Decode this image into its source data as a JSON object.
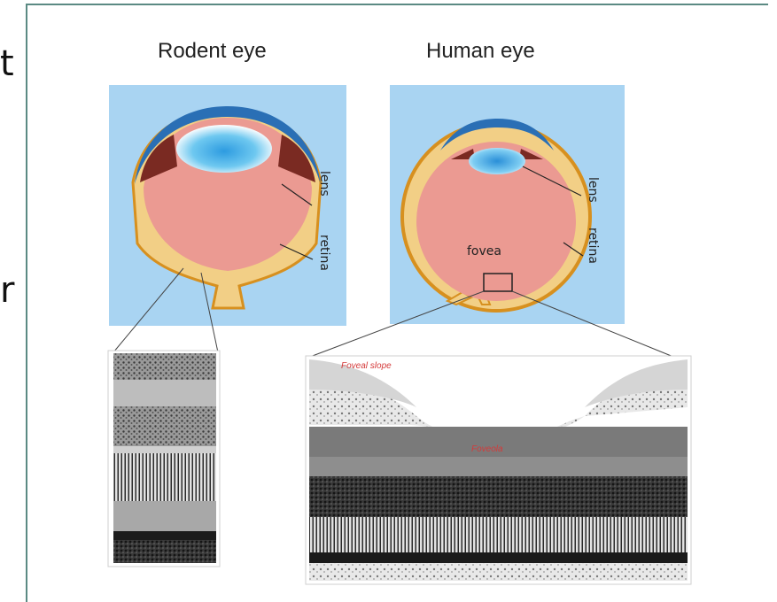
{
  "edge_glyphs": [
    "t",
    "r"
  ],
  "rodent": {
    "title": "Rodent eye",
    "lens_label": "lens",
    "retina_label": "retina"
  },
  "human": {
    "title": "Human eye",
    "lens_label": "lens",
    "retina_label": "retina",
    "fovea_label": "fovea"
  },
  "fovea_section": {
    "slope_label": "Foveal slope",
    "center_label": "Foveola"
  },
  "colors": {
    "panel_bg": "#a9d4f2",
    "eye_interior": "#eb9a92",
    "retina_wall": "#f2cf86",
    "sclera_outline": "#d7901f",
    "cornea": "#2a6fb5",
    "lens": "#4fb5e6",
    "iris": "#7a2a22",
    "frame": "#5b8a83",
    "annotation_red": "#d43a3a"
  }
}
